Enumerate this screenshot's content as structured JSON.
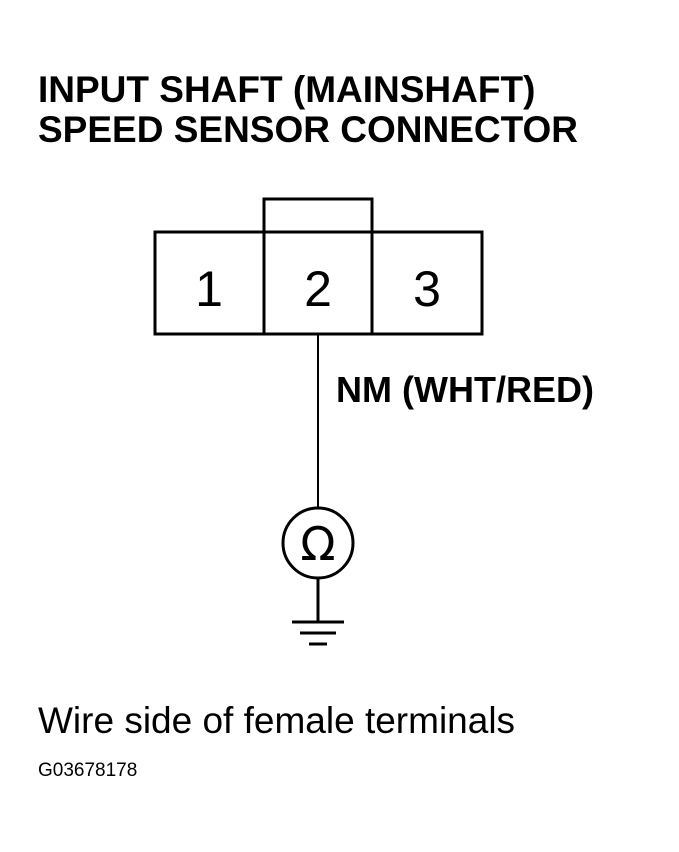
{
  "title": {
    "line1": "INPUT SHAFT (MAINSHAFT)",
    "line2": "SPEED SENSOR CONNECTOR"
  },
  "connector": {
    "terminals": [
      "1",
      "2",
      "3"
    ]
  },
  "wire": {
    "label": "NM (WHT/RED)"
  },
  "meter": {
    "symbol": "Ω",
    "icon": "ohmmeter-icon"
  },
  "ground": {
    "icon": "ground-icon"
  },
  "caption": "Wire side of female terminals",
  "figure_id": "G03678178"
}
